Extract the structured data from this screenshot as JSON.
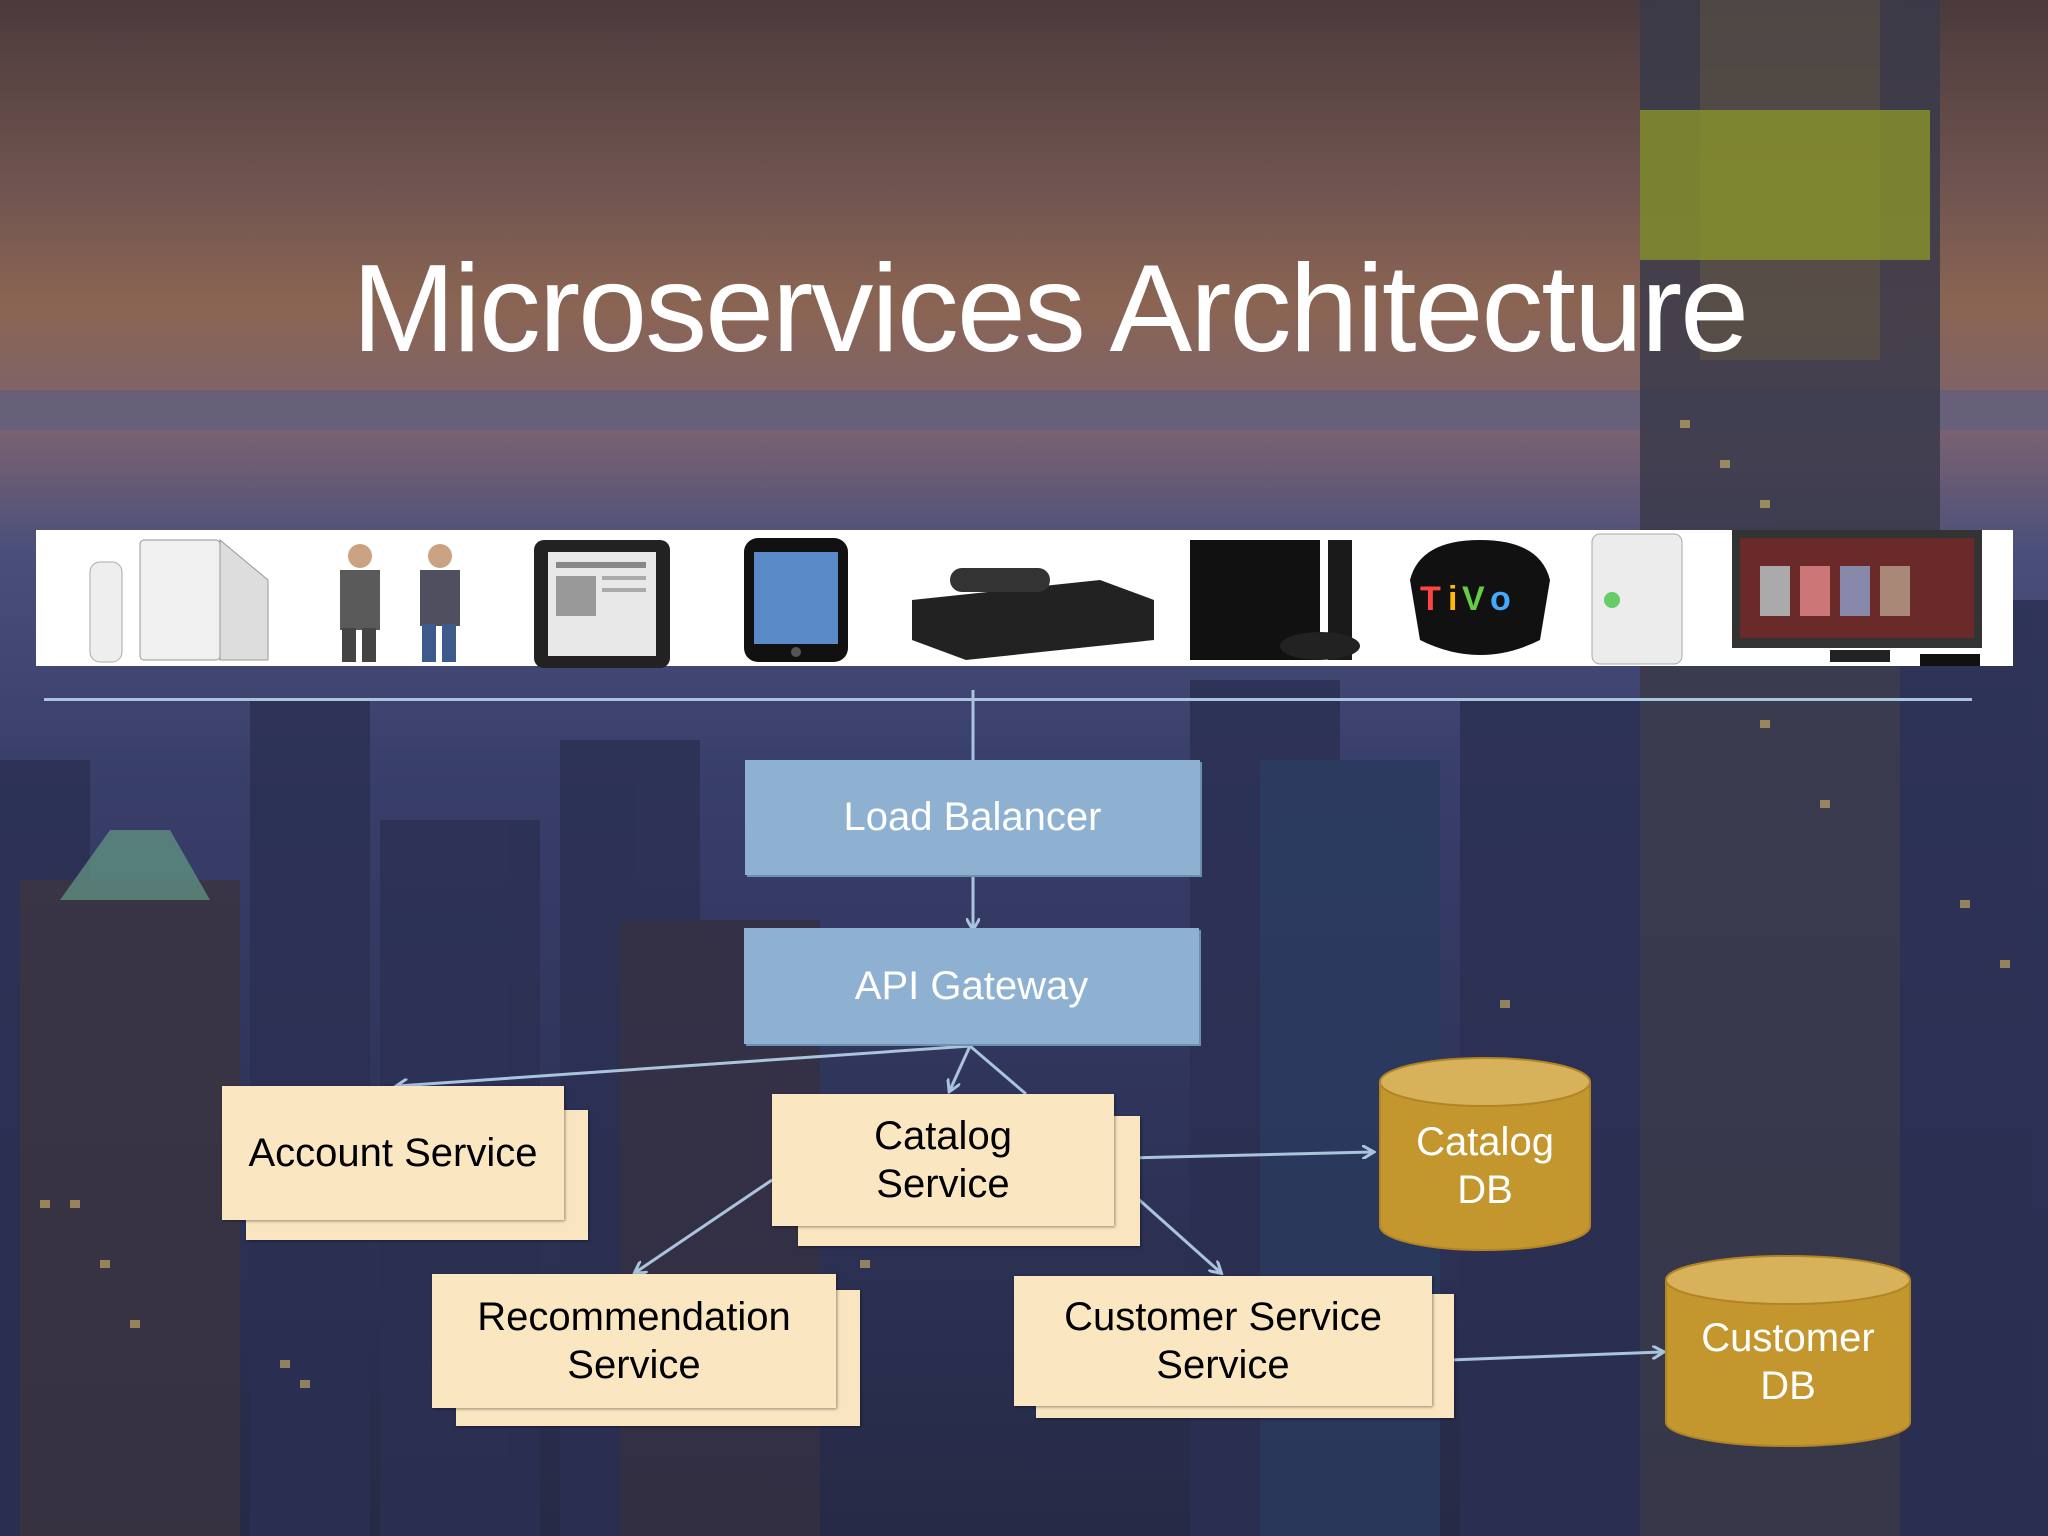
{
  "slide": {
    "title": "Microservices Architecture"
  },
  "devices": [
    {
      "name": "wii-console-icon"
    },
    {
      "name": "users-icon"
    },
    {
      "name": "tablet-icon"
    },
    {
      "name": "smartphone-icon"
    },
    {
      "name": "set-top-box-icon"
    },
    {
      "name": "game-console-icon"
    },
    {
      "name": "tivo-logo-icon"
    },
    {
      "name": "xbox-console-icon"
    },
    {
      "name": "television-icon"
    }
  ],
  "diagram": {
    "load_balancer": "Load Balancer",
    "api_gateway": "API Gateway",
    "account_service": "Account Service",
    "catalog_service": "Catalog\nService",
    "recommendation_service": "Recommendation\nService",
    "customer_service": "Customer Service\nService",
    "catalog_db": "Catalog\nDB",
    "customer_db": "Customer\nDB"
  },
  "colors": {
    "box_blue": "#8fb1d1",
    "service_fill": "#fae7c2",
    "db_fill": "#c4962e",
    "connector": "#a9c4dc"
  }
}
